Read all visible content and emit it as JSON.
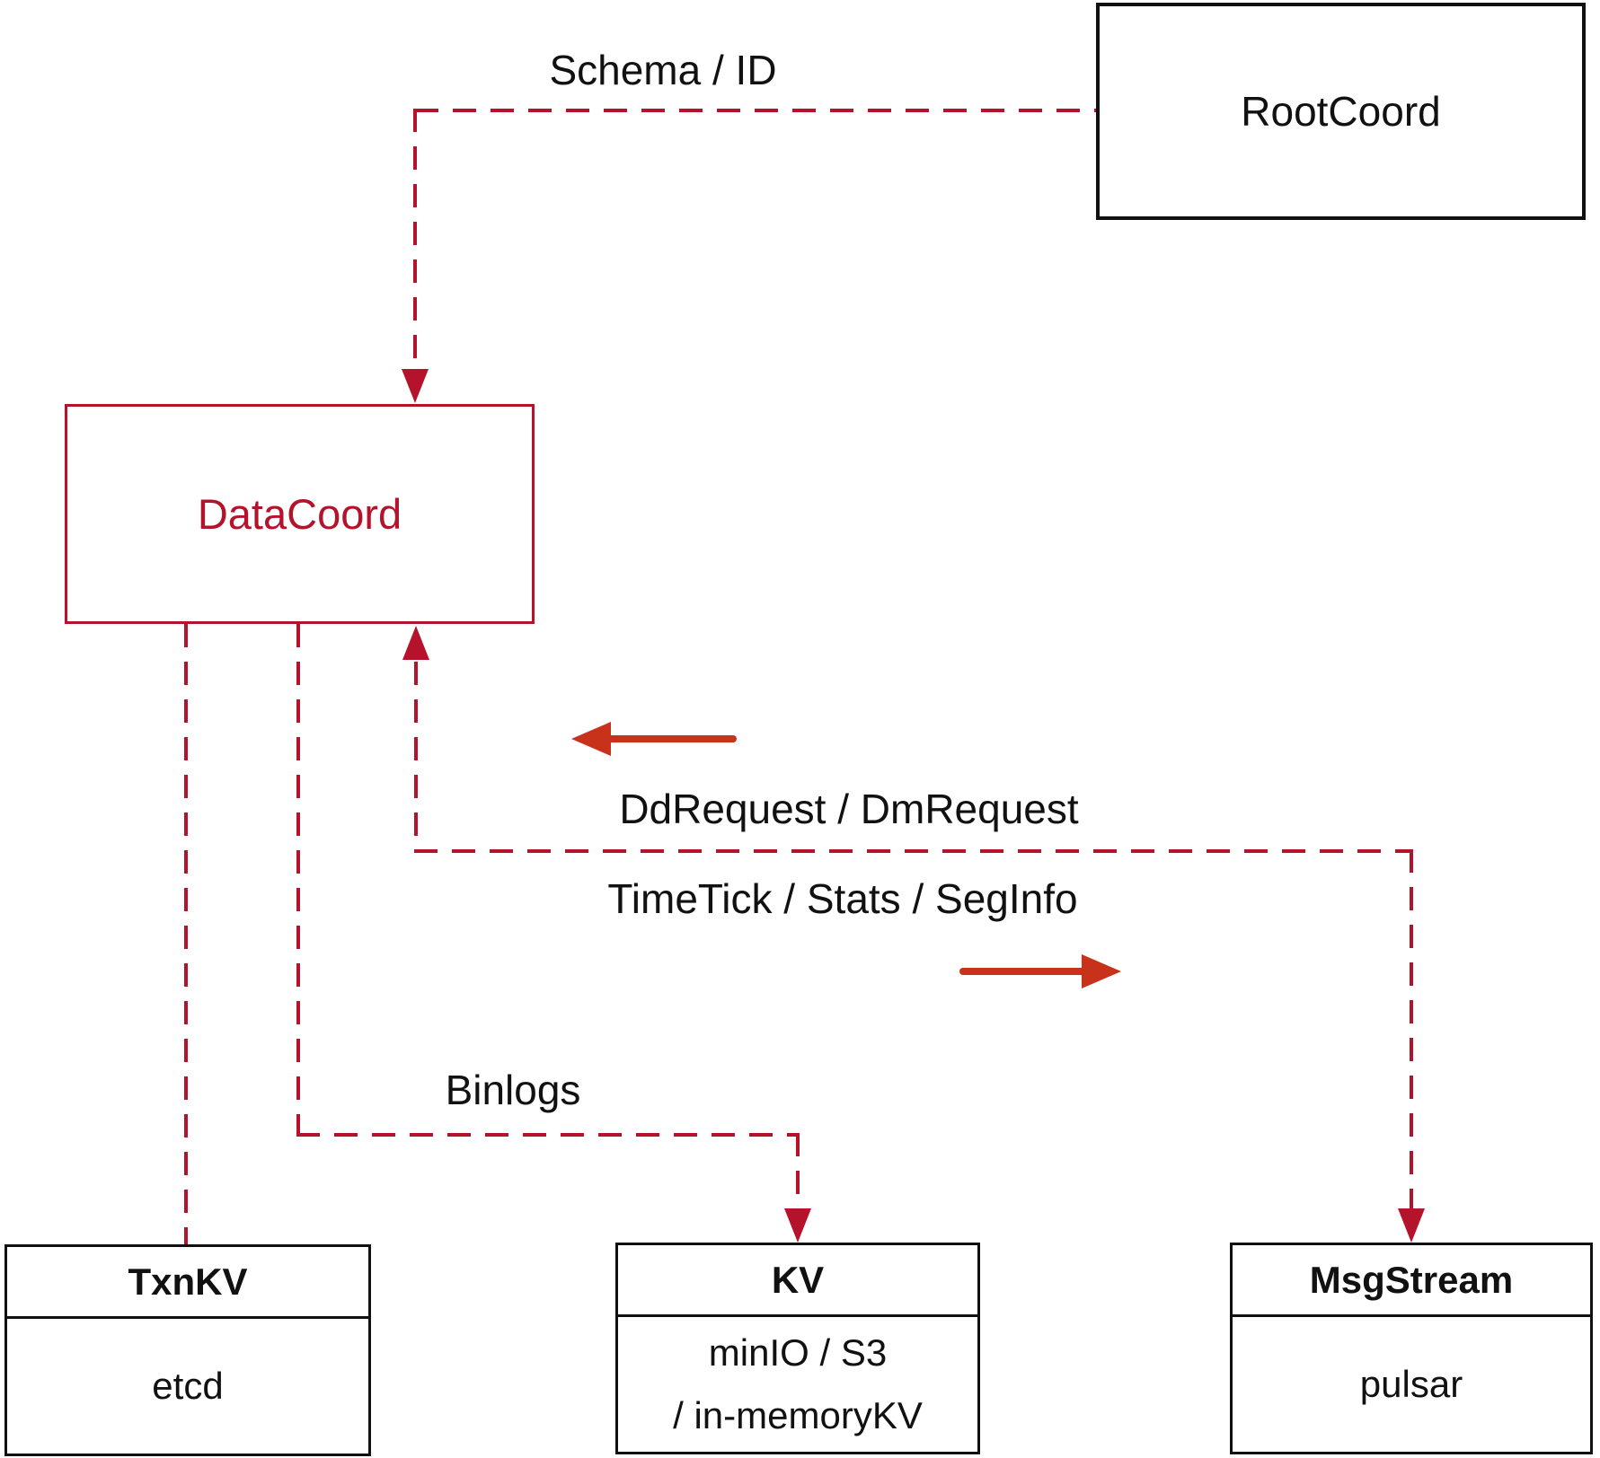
{
  "colors": {
    "crimson": "#B5122B",
    "arrow-red": "#C8311A",
    "ink": "#111111"
  },
  "nodes": {
    "rootcoord": {
      "label": "RootCoord"
    },
    "datacoord": {
      "label": "DataCoord"
    },
    "txnkv": {
      "title": "TxnKV",
      "body": "etcd"
    },
    "kv": {
      "title": "KV",
      "body1": "minIO / S3",
      "body2": "/ in-memoryKV"
    },
    "msgstream": {
      "title": "MsgStream",
      "body": "pulsar"
    }
  },
  "edge_labels": {
    "schema_id": "Schema / ID",
    "dd_request": "DdRequest / DmRequest",
    "time_tick": "TimeTick / Stats / SegInfo",
    "binlogs": "Binlogs"
  }
}
